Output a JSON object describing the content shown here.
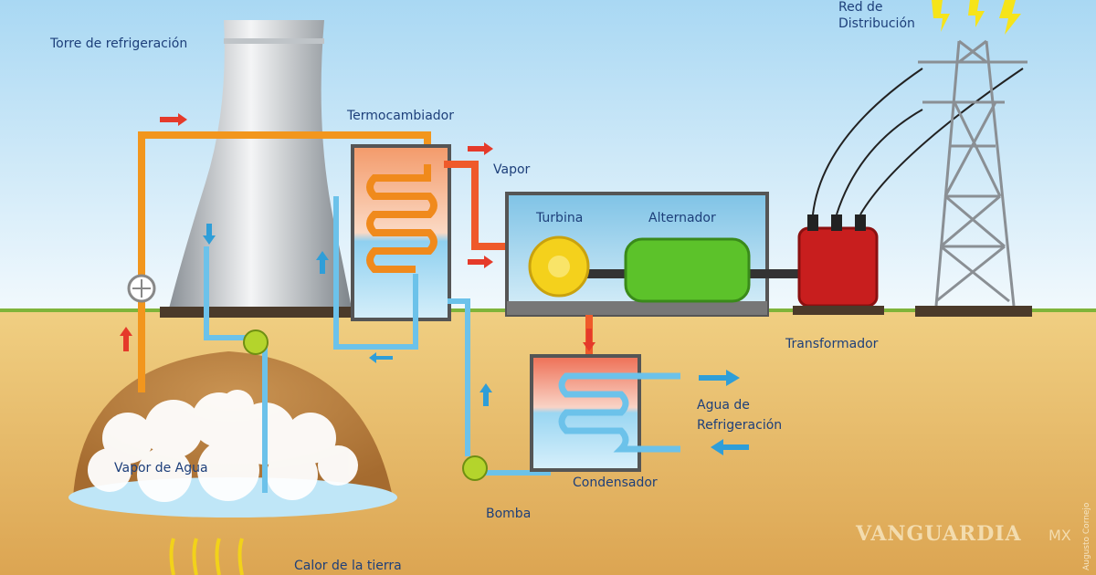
{
  "title": "Central geotérmica",
  "labels": {
    "cooling_tower": "Torre de refrigeración",
    "heat_exchanger": "Termocambiador",
    "steam": "Vapor",
    "turbine": "Turbina",
    "alternator": "Alternador",
    "transformer": "Transformador",
    "distribution_line1": "Red de",
    "distribution_line2": "Distribución",
    "cooling_water_line1": "Agua de",
    "cooling_water_line2": "Refrigeración",
    "condenser": "Condensador",
    "pump": "Bomba",
    "water_vapor": "Vapor de Agua",
    "earth_heat": "Calor de la tierra"
  },
  "watermark": {
    "brand": "VANGUARDIA",
    "suffix": "MX",
    "credit": "Augusto Cornejo"
  },
  "colors": {
    "hot": "#f08a1c",
    "cold": "#5ab7e6",
    "ground": "#e2b462",
    "sky": "#bfe3f7"
  }
}
